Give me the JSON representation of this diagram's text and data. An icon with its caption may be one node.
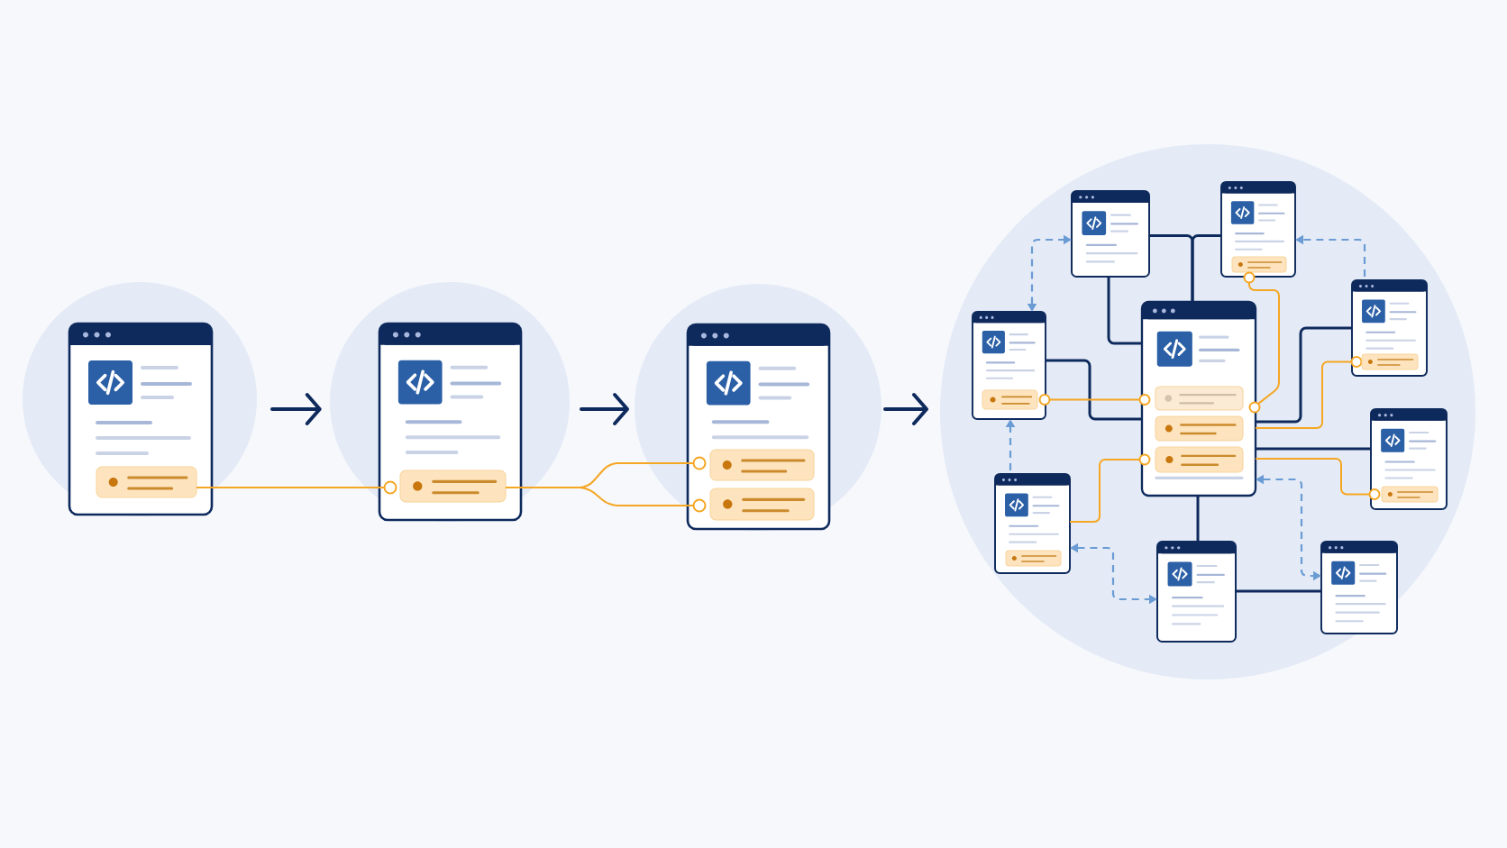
{
  "diagram": {
    "nodes": [
      {
        "text": [],
        "shape": "circle"
      },
      {
        "text": [],
        "shape": "window",
        "in": 0
      },
      {
        "text": [],
        "shape": "bar",
        "in": 1
      },
      {
        "text": [],
        "shape": "circle"
      },
      {
        "text": [],
        "shape": "window",
        "in": 3
      },
      {
        "text": [],
        "shape": "circle",
        "in": 4
      },
      {
        "text": [],
        "shape": "bar",
        "in": 4
      },
      {
        "text": [],
        "shape": "circle"
      },
      {
        "text": [],
        "shape": "window",
        "in": 7
      },
      {
        "text": [],
        "shape": "circle",
        "in": 8
      },
      {
        "text": [],
        "shape": "bar",
        "in": 8
      },
      {
        "text": [],
        "shape": "circle",
        "in": 8
      },
      {
        "text": [],
        "shape": "bar",
        "in": 8
      },
      {
        "text": [],
        "shape": "circle"
      },
      {
        "text": [],
        "shape": "window",
        "in": 13
      },
      {
        "text": [],
        "shape": "window",
        "in": 13
      },
      {
        "text": [],
        "shape": "bar",
        "in": 15
      },
      {
        "text": [],
        "shape": "circle",
        "in": 13
      },
      {
        "text": [],
        "shape": "window",
        "in": 13
      },
      {
        "text": [],
        "shape": "bar",
        "in": 18
      },
      {
        "text": [],
        "shape": "circle",
        "in": 13
      },
      {
        "text": [],
        "shape": "window",
        "in": 13
      },
      {
        "text": [],
        "shape": "circle",
        "in": 21
      },
      {
        "text": [],
        "shape": "bar",
        "in": 21
      },
      {
        "text": [],
        "shape": "bar",
        "in": 21
      },
      {
        "text": [],
        "shape": "circle",
        "in": 21
      },
      {
        "text": [],
        "shape": "bar",
        "in": 21
      },
      {
        "text": [],
        "shape": "circle",
        "in": 13
      },
      {
        "text": [],
        "shape": "window",
        "in": 13
      },
      {
        "text": [],
        "shape": "circle",
        "in": 28
      },
      {
        "text": [],
        "shape": "bar",
        "in": 28
      },
      {
        "text": [],
        "shape": "window",
        "in": 13
      },
      {
        "text": [],
        "shape": "circle",
        "in": 31
      },
      {
        "text": [],
        "shape": "bar",
        "in": 31
      },
      {
        "text": [],
        "shape": "window",
        "in": 13
      },
      {
        "text": [],
        "shape": "bar",
        "in": 34
      },
      {
        "text": [],
        "shape": "window",
        "in": 13
      },
      {
        "text": [],
        "shape": "window",
        "in": 13
      }
    ],
    "edges": [
      {
        "from": 0,
        "to": 3,
        "arrow": "to"
      },
      {
        "from": 3,
        "to": 7,
        "arrow": "to"
      },
      {
        "from": 7,
        "to": 13,
        "arrow": "to"
      },
      {
        "from": 2,
        "to": 5,
        "arrow": "none",
        "color": "#f5a623"
      },
      {
        "from": 6,
        "to": 9,
        "arrow": "none",
        "color": "#f5a623"
      },
      {
        "from": 6,
        "to": 11,
        "arrow": "none",
        "color": "#f5a623"
      },
      {
        "from": 14,
        "to": 21,
        "arrow": "none"
      },
      {
        "from": 15,
        "to": 21,
        "arrow": "none"
      },
      {
        "from": 14,
        "to": 21,
        "arrow": "none"
      },
      {
        "from": 18,
        "to": 21,
        "arrow": "none"
      },
      {
        "from": 28,
        "to": 21,
        "arrow": "none"
      },
      {
        "from": 31,
        "to": 21,
        "arrow": "none"
      },
      {
        "from": 21,
        "to": 36,
        "arrow": "none"
      },
      {
        "from": 36,
        "to": 37,
        "arrow": "none"
      },
      {
        "from": 20,
        "to": 22,
        "arrow": "none",
        "color": "#f5a623"
      },
      {
        "from": 17,
        "to": 27,
        "arrow": "none",
        "color": "#f5a623"
      },
      {
        "from": 21,
        "to": 29,
        "arrow": "none",
        "color": "#f5a623"
      },
      {
        "from": 21,
        "to": 32,
        "arrow": "none",
        "color": "#f5a623"
      },
      {
        "from": 34,
        "to": 25,
        "arrow": "none",
        "color": "#f5a623"
      },
      {
        "from": 18,
        "to": 14,
        "arrow": "both",
        "style": "dashed",
        "color": "#6a9bd4"
      },
      {
        "from": 28,
        "to": 15,
        "arrow": "to",
        "style": "dashed",
        "color": "#6a9bd4"
      },
      {
        "from": 34,
        "to": 18,
        "arrow": "to",
        "style": "dashed",
        "color": "#6a9bd4"
      },
      {
        "from": 34,
        "to": 36,
        "arrow": "both",
        "style": "dashed",
        "color": "#6a9bd4"
      },
      {
        "from": 21,
        "to": 37,
        "arrow": "both",
        "style": "dashed",
        "color": "#6a9bd4"
      }
    ]
  }
}
